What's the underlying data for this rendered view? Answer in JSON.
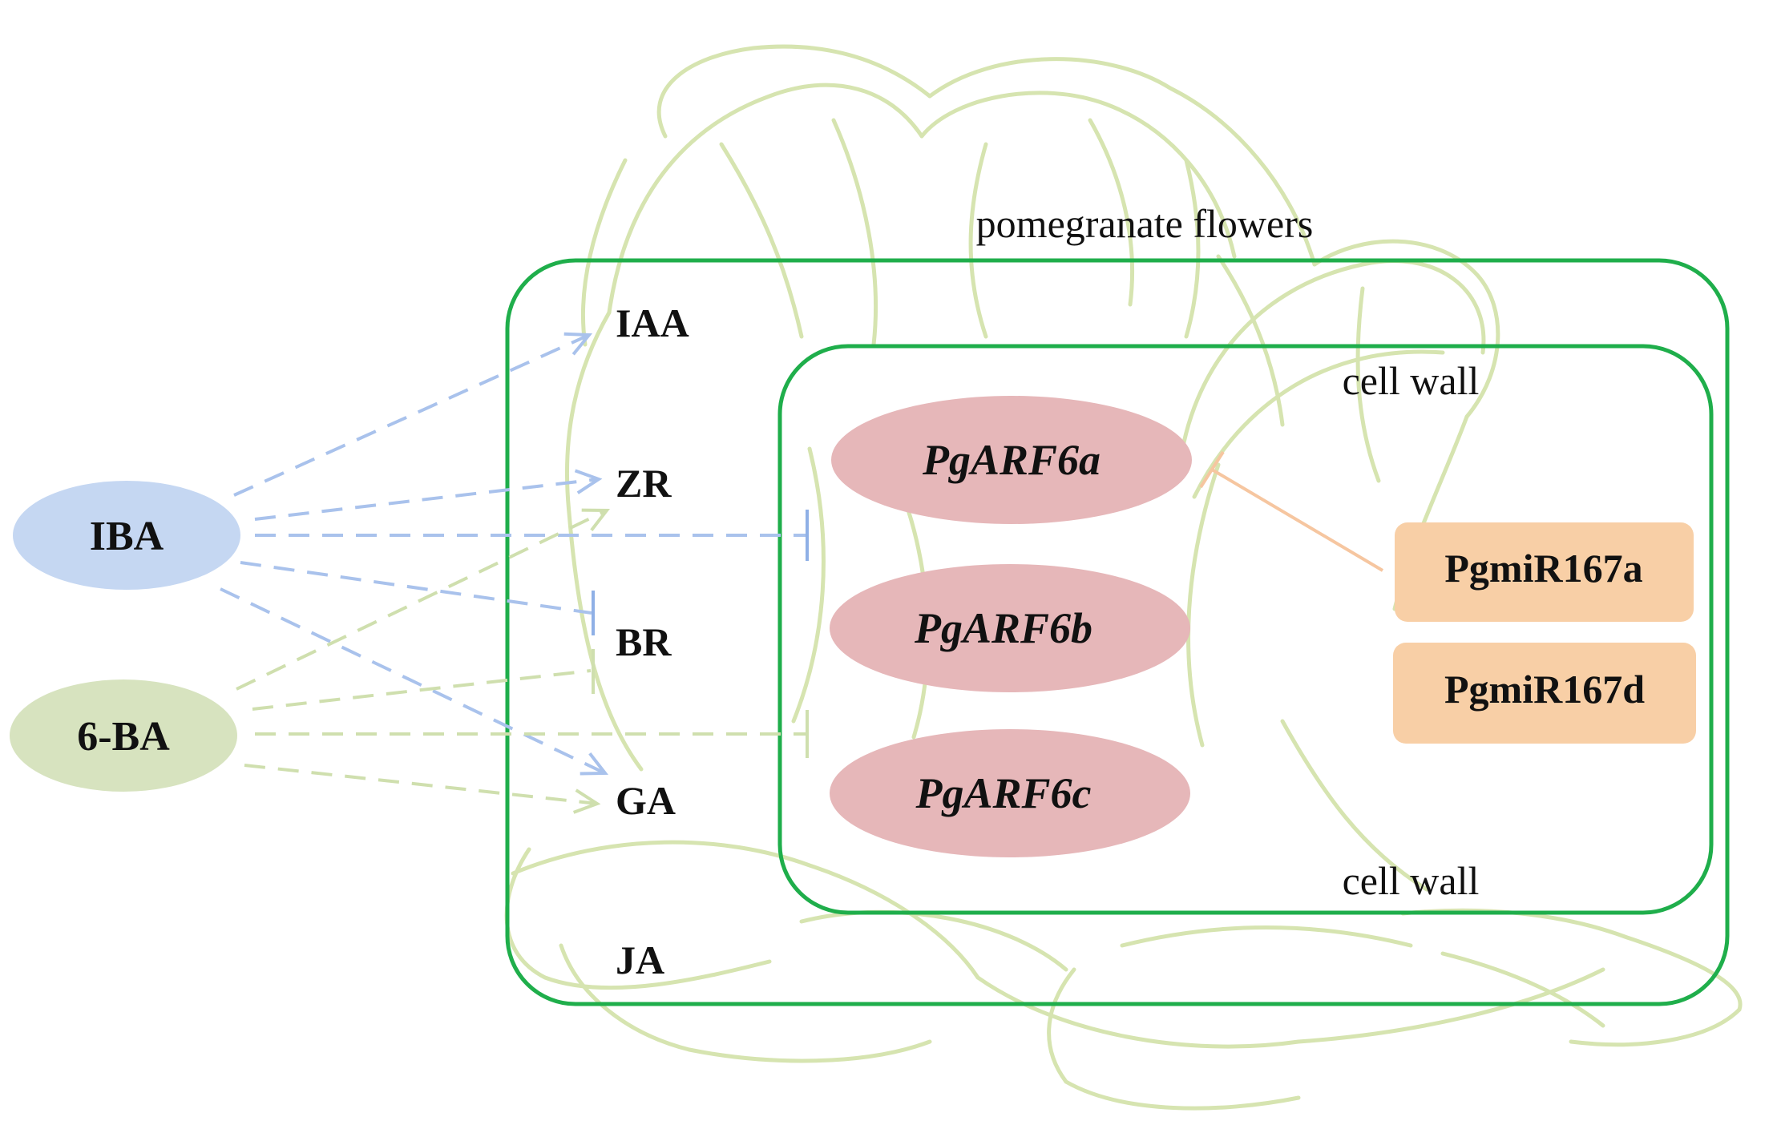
{
  "diagram": {
    "outer_container_label": "pomegranate flowers",
    "inner_container_labels": [
      "cell wall",
      "cell wall"
    ],
    "sources": [
      {
        "id": "iba",
        "label": "IBA",
        "color": "#c5d7f2"
      },
      {
        "id": "6ba",
        "label": "6-BA",
        "color": "#d7e3bf"
      }
    ],
    "hormones": [
      {
        "id": "iaa",
        "label": "IAA"
      },
      {
        "id": "zr",
        "label": "ZR"
      },
      {
        "id": "br",
        "label": "BR"
      },
      {
        "id": "ga",
        "label": "GA"
      },
      {
        "id": "ja",
        "label": "JA"
      }
    ],
    "genes": [
      {
        "id": "pgarf6a",
        "label": "PgARF6a"
      },
      {
        "id": "pgarf6b",
        "label": "PgARF6b"
      },
      {
        "id": "pgarf6c",
        "label": "PgARF6c"
      }
    ],
    "mirnas": [
      {
        "id": "pgmir167a",
        "label": "PgmiR167a"
      },
      {
        "id": "pgmir167d",
        "label": "PgmiR167d"
      }
    ],
    "edges": [
      {
        "from": "IBA",
        "to": "IAA",
        "type": "promotes"
      },
      {
        "from": "IBA",
        "to": "ZR",
        "type": "promotes"
      },
      {
        "from": "IBA",
        "to": "cell wall",
        "type": "inhibits"
      },
      {
        "from": "IBA",
        "to": "BR",
        "type": "inhibits"
      },
      {
        "from": "IBA",
        "to": "GA",
        "type": "promotes"
      },
      {
        "from": "6-BA",
        "to": "ZR",
        "type": "promotes"
      },
      {
        "from": "6-BA",
        "to": "BR",
        "type": "inhibits"
      },
      {
        "from": "6-BA",
        "to": "cell wall",
        "type": "inhibits"
      },
      {
        "from": "6-BA",
        "to": "GA",
        "type": "promotes"
      },
      {
        "from": "PgmiR167a",
        "to": "PgARF6a",
        "type": "inhibits"
      }
    ],
    "colors": {
      "container_border": "#1fae4b",
      "gene_fill": "#e6b7b9",
      "mirna_fill": "#f8cfa6",
      "iba_edge": "#a9c2ec",
      "ba_edge": "#cfdfae",
      "mirna_edge": "#f6c6a0",
      "flower_outline": "#d6e4b0"
    }
  }
}
